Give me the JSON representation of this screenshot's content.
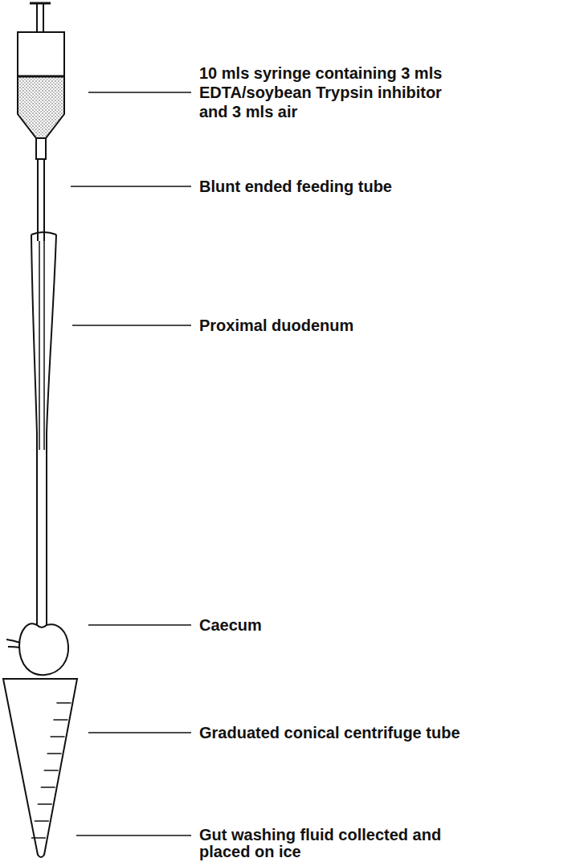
{
  "diagram": {
    "labels": [
      "10 mls syringe containing 3 mls EDTA/soybean Trypsin inhibitor and 3 mls air",
      "Blunt ended feeding tube",
      "Proximal duodenum",
      "Caecum",
      "Graduated conical centrifuge tube",
      "Gut washing fluid collected and placed on ice"
    ]
  }
}
